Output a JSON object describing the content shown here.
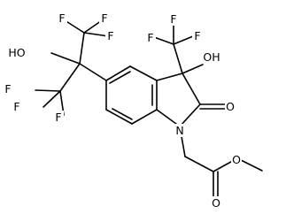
{
  "molecule": {
    "atoms": {
      "ring_f1": "F",
      "ring_f2": "F",
      "ring_f3": "F",
      "hex_oh": "HO",
      "hex_f4": "F",
      "hex_f5": "F",
      "hex_f6": "F",
      "cf3_f1": "F",
      "cf3_f2": "F",
      "cf3_f3": "F",
      "c3_oh": "OH",
      "carbonyl_o": "O",
      "ring_n": "N",
      "ester_o": "O",
      "ester_carbonyl_o": "O"
    }
  }
}
